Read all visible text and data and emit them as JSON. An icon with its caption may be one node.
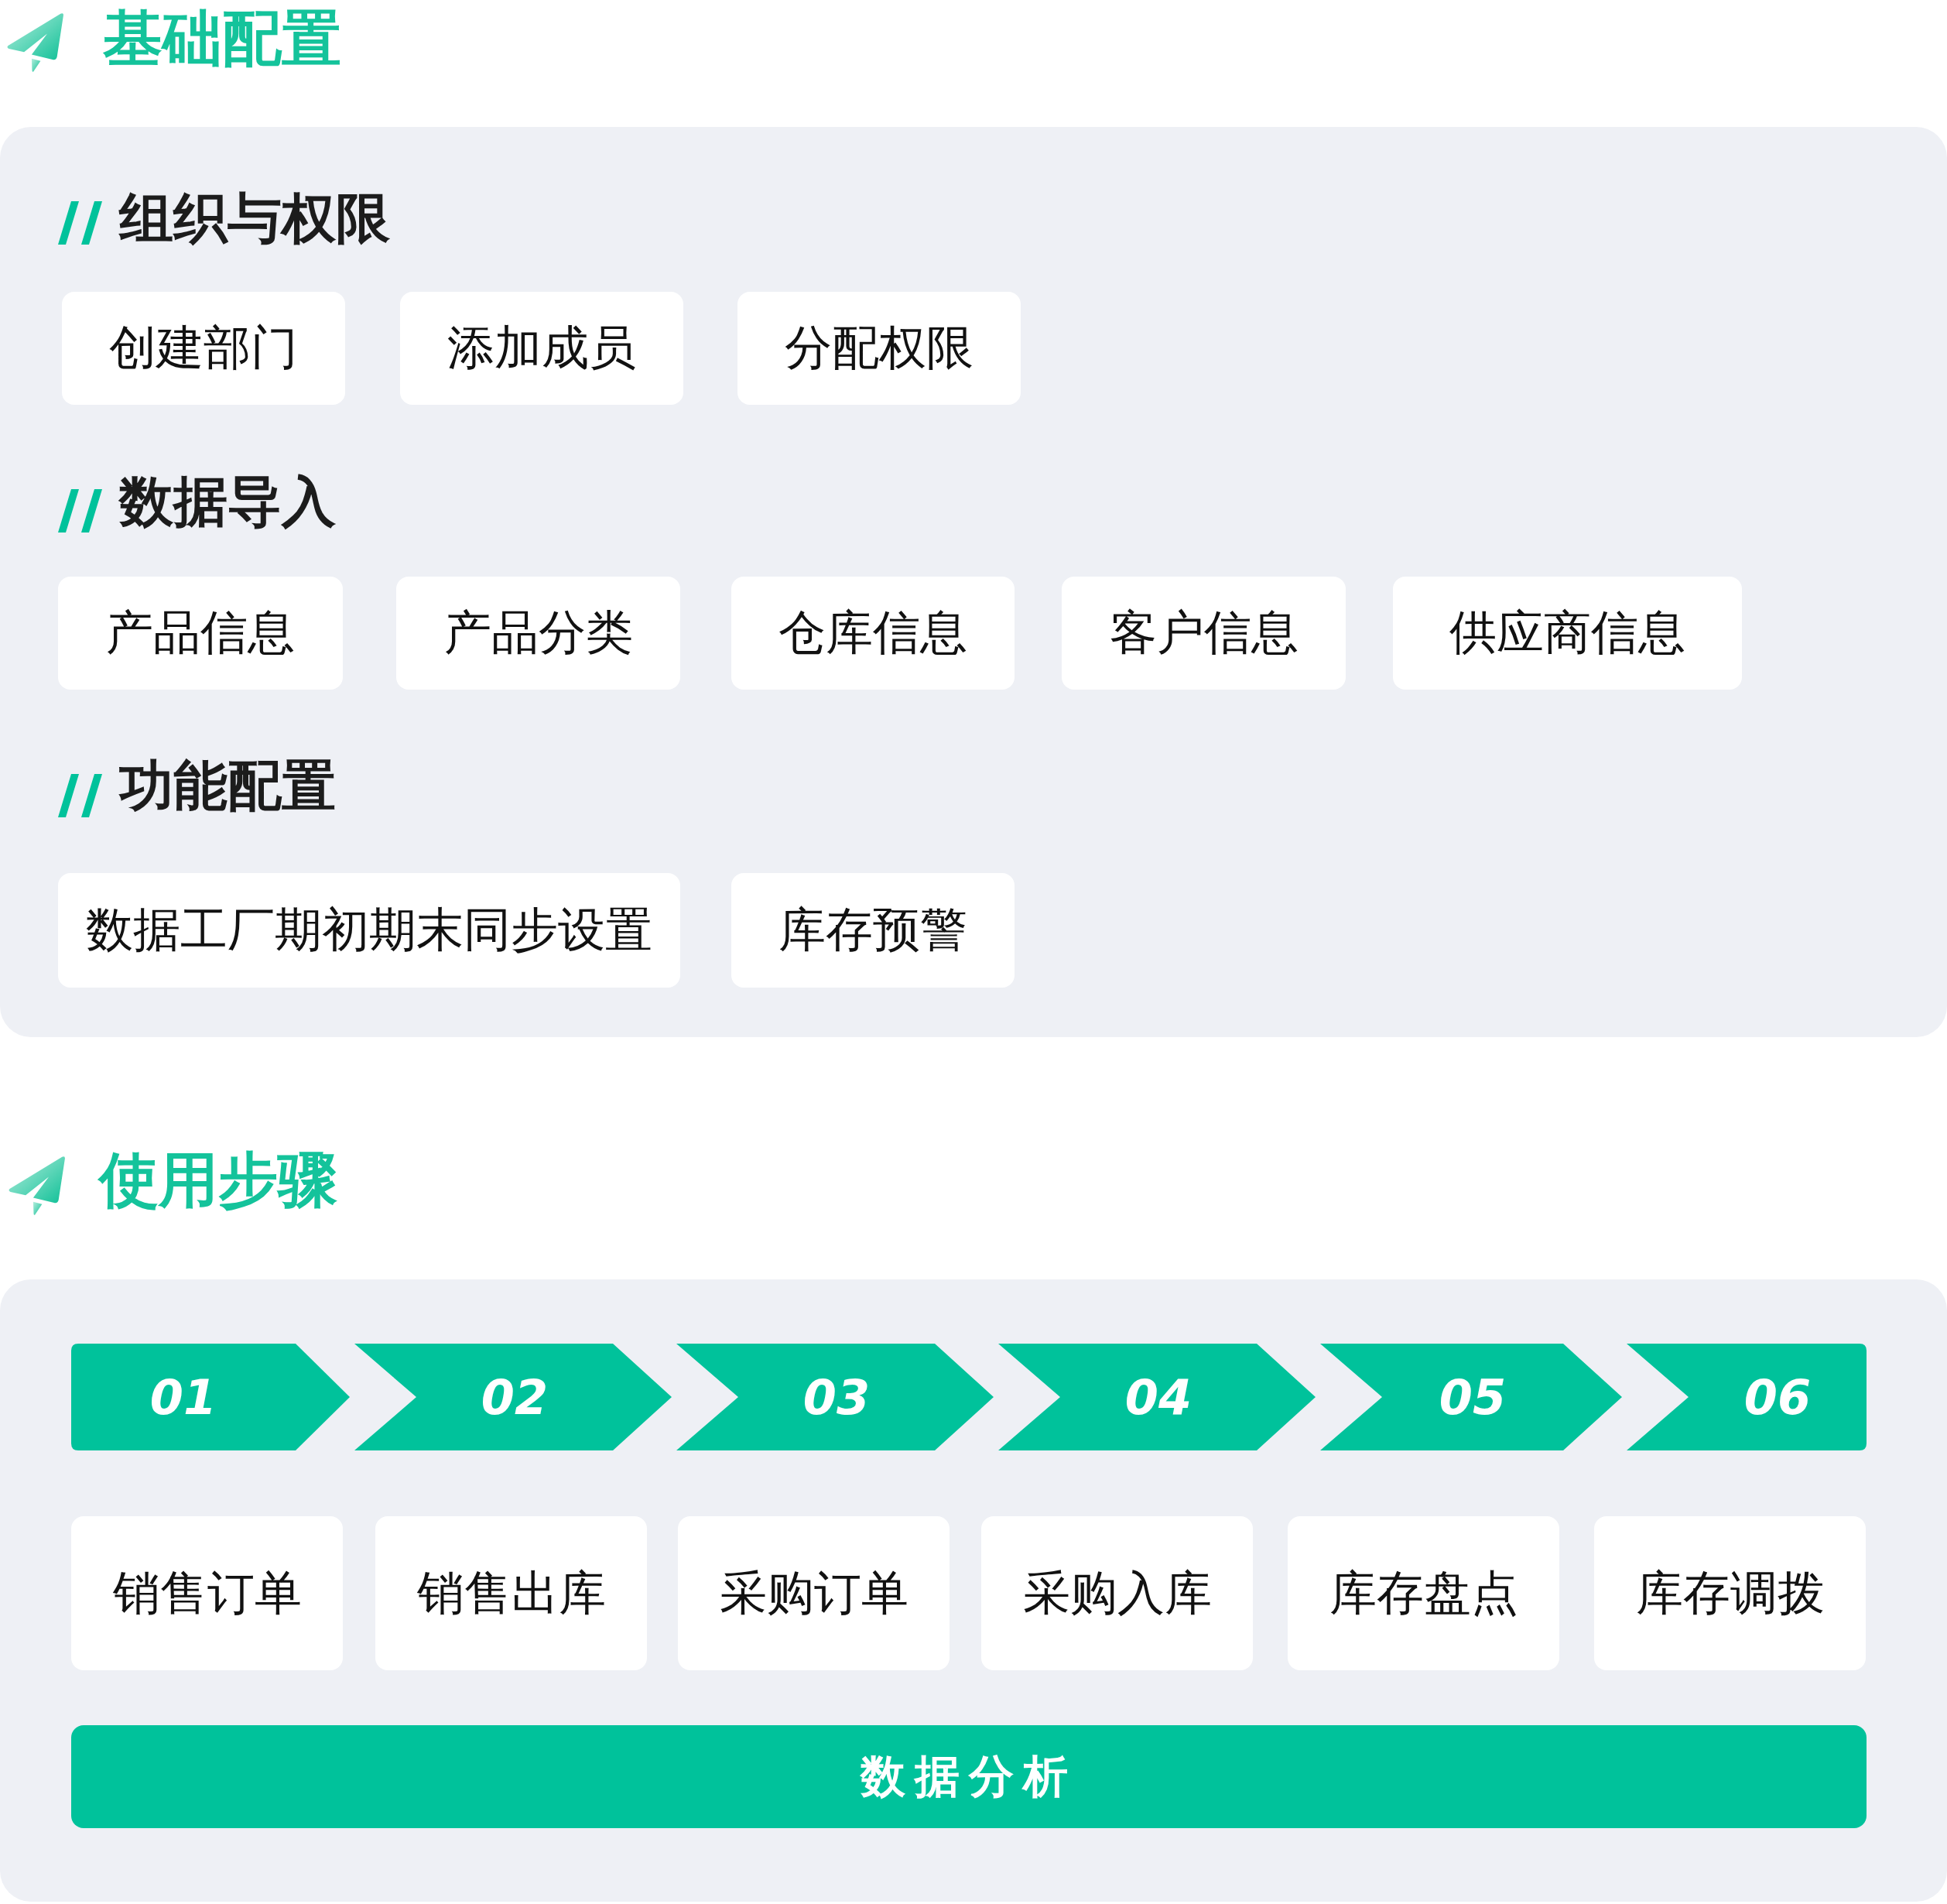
{
  "diagram": {
    "nodes": [
      {
        "text": [
          "基础配置",
          "组织与权限",
          "数据导入",
          "功能配置"
        ]
      },
      {
        "text": [
          "创建部门"
        ],
        "in": 0
      },
      {
        "text": [
          "添加成员"
        ],
        "in": 0
      },
      {
        "text": [
          "分配权限"
        ],
        "in": 0
      },
      {
        "text": [
          "产品信息"
        ],
        "in": 0
      },
      {
        "text": [
          "产品分类"
        ],
        "in": 0
      },
      {
        "text": [
          "仓库信息"
        ],
        "in": 0
      },
      {
        "text": [
          "客户信息"
        ],
        "in": 0
      },
      {
        "text": [
          "供应商信息"
        ],
        "in": 0
      },
      {
        "text": [
          "数据工厂期初期末同步设置"
        ],
        "in": 0
      },
      {
        "text": [
          "库存预警"
        ],
        "in": 0
      },
      {
        "text": [
          "使用步骤"
        ]
      },
      {
        "text": [
          "01"
        ],
        "in": 11
      },
      {
        "text": [
          "02"
        ],
        "in": 11
      },
      {
        "text": [
          "03"
        ],
        "in": 11
      },
      {
        "text": [
          "04"
        ],
        "in": 11
      },
      {
        "text": [
          "05"
        ],
        "in": 11
      },
      {
        "text": [
          "06"
        ],
        "in": 11
      },
      {
        "text": [
          "销售订单"
        ],
        "in": 11
      },
      {
        "text": [
          "销售出库"
        ],
        "in": 11
      },
      {
        "text": [
          "采购订单"
        ],
        "in": 11
      },
      {
        "text": [
          "采购入库"
        ],
        "in": 11
      },
      {
        "text": [
          "库存盘点"
        ],
        "in": 11
      },
      {
        "text": [
          "库存调拨"
        ],
        "in": 11
      },
      {
        "text": [
          "数据分析"
        ],
        "in": 11
      }
    ]
  }
}
